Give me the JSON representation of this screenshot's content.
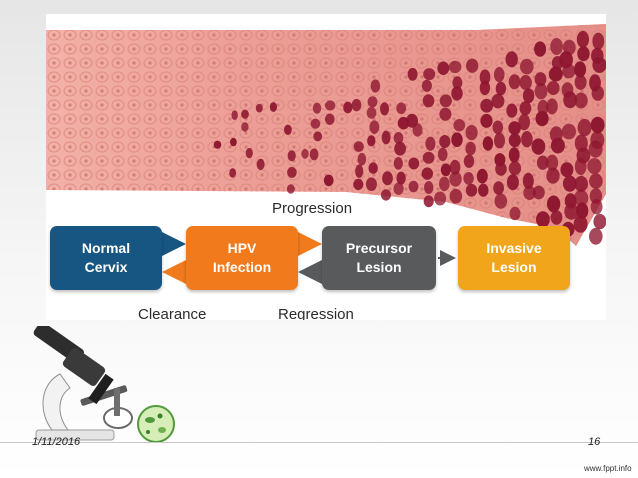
{
  "diagram": {
    "top_label": "Progression",
    "stages": [
      {
        "label": "Normal\nCervix",
        "color": "#175683"
      },
      {
        "label": "HPV\nInfection",
        "color": "#f07a1c"
      },
      {
        "label": "Precursor\nLesion",
        "color": "#585a5c"
      },
      {
        "label": "Invasive\nLesion",
        "color": "#f1a51a"
      }
    ],
    "bottom_labels": {
      "clearance": "Clearance",
      "regression": "Regression"
    },
    "colors": {
      "tissue_pink": "#f0a59c",
      "nucleus_dark": "#8e1630",
      "arrow_blue": "#175683",
      "arrow_orange": "#f07a1c",
      "arrow_gray": "#585a5c"
    }
  },
  "footer": {
    "date": "1/11/2016",
    "page": "16",
    "brand": "www.fppt.info"
  },
  "icons": {
    "microscope": "microscope-icon",
    "cell": "cell-icon"
  }
}
